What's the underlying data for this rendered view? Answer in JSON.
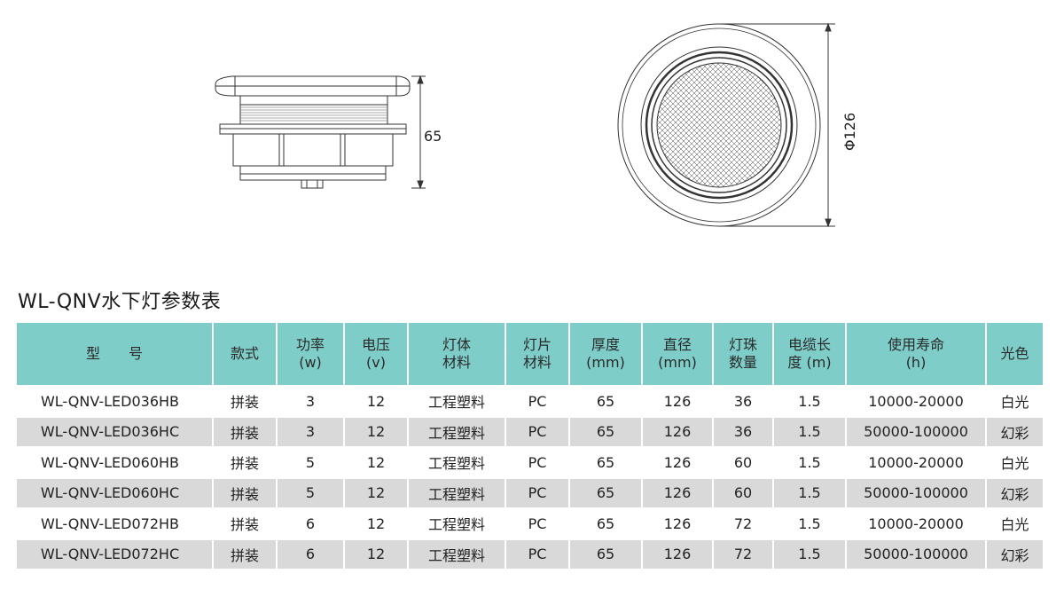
{
  "drawing": {
    "height_label": "65",
    "diameter_label": "Φ126"
  },
  "spec": {
    "title": "WL-QNV水下灯参数表",
    "headers": [
      "型　　号",
      "款式",
      "功率\n(w)",
      "电压\n(v)",
      "灯体\n材料",
      "灯片\n材料",
      "厚度\n(mm)",
      "直径\n(mm)",
      "灯珠\n数量",
      "电缆长\n度 (m)",
      "使用寿命\n(h)",
      "光色"
    ],
    "rows": [
      [
        "WL-QNV-LED036HB",
        "拼装",
        "3",
        "12",
        "工程塑料",
        "PC",
        "65",
        "126",
        "36",
        "1.5",
        "10000-20000",
        "白光"
      ],
      [
        "WL-QNV-LED036HC",
        "拼装",
        "3",
        "12",
        "工程塑料",
        "PC",
        "65",
        "126",
        "36",
        "1.5",
        "50000-100000",
        "幻彩"
      ],
      [
        "WL-QNV-LED060HB",
        "拼装",
        "5",
        "12",
        "工程塑料",
        "PC",
        "65",
        "126",
        "60",
        "1.5",
        "10000-20000",
        "白光"
      ],
      [
        "WL-QNV-LED060HC",
        "拼装",
        "5",
        "12",
        "工程塑料",
        "PC",
        "65",
        "126",
        "60",
        "1.5",
        "50000-100000",
        "幻彩"
      ],
      [
        "WL-QNV-LED072HB",
        "拼装",
        "6",
        "12",
        "工程塑料",
        "PC",
        "65",
        "126",
        "72",
        "1.5",
        "10000-20000",
        "白光"
      ],
      [
        "WL-QNV-LED072HC",
        "拼装",
        "6",
        "12",
        "工程塑料",
        "PC",
        "65",
        "126",
        "72",
        "1.5",
        "50000-100000",
        "幻彩"
      ]
    ]
  }
}
